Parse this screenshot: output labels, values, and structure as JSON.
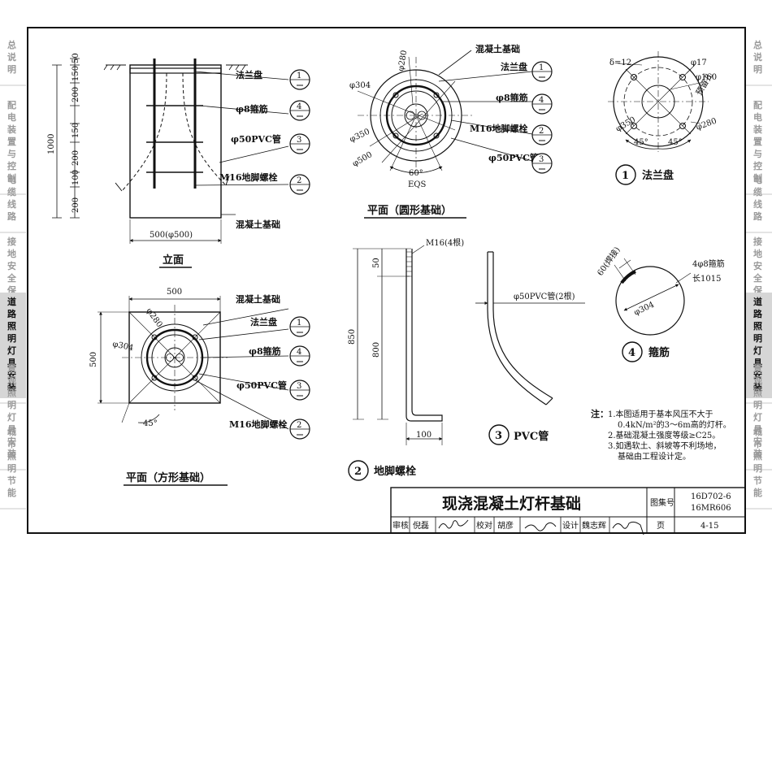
{
  "side_tabs_left": [
    {
      "text": "总说明",
      "active": false
    },
    {
      "text": "配电装置与控制",
      "active": false
    },
    {
      "text": "电缆线路",
      "active": false
    },
    {
      "text": "接地安全保护",
      "active": false
    },
    {
      "text": "道路照明灯具安装",
      "active": true
    },
    {
      "text": "景观照明灯具安装",
      "active": false
    },
    {
      "text": "城市照明节能",
      "active": false
    }
  ],
  "side_tabs_right": [
    {
      "text": "总说明",
      "active": false
    },
    {
      "text": "配电装置与控制",
      "active": false
    },
    {
      "text": "电缆线路",
      "active": false
    },
    {
      "text": "接地安全保护",
      "active": false
    },
    {
      "text": "道路照明灯具安装",
      "active": true
    },
    {
      "text": "景观照明灯具安装",
      "active": false
    },
    {
      "text": "城市照明节能",
      "active": false
    }
  ],
  "callouts": {
    "flange": "法兰盘",
    "stirrup": "φ8箍筋",
    "pvc": "φ50PVC管",
    "bolt": "M16地脚螺栓",
    "concrete": "混凝土基础",
    "n1": "1",
    "n2": "2",
    "n3": "3",
    "n4": "4"
  },
  "elevation": {
    "caption": "立面",
    "dims_v": [
      "50",
      "150",
      "200",
      "150",
      "200",
      "100",
      "200"
    ],
    "total": "1000",
    "width": "500(φ500)"
  },
  "plan_round": {
    "caption": "平面（圆形基础）",
    "d304": "φ304",
    "d280": "φ280",
    "d350": "φ350",
    "d500": "φ500",
    "angle": "60°",
    "eqs": "EQS"
  },
  "plan_square": {
    "caption": "平面（方形基础）",
    "w500": "500",
    "h500": "500",
    "d280": "φ280",
    "d304": "φ304",
    "angle": "45°"
  },
  "flange": {
    "caption": "法兰盘",
    "thickness": "δ=12",
    "d17": "φ17",
    "d160": "φ160",
    "hole": "预留孔",
    "d280": "φ280",
    "d350": "φ350",
    "a1": "45°",
    "a2": "45°"
  },
  "bolt": {
    "caption": "地脚螺栓",
    "spec": "M16(4根)",
    "d50": "50",
    "d850": "850",
    "d800": "800",
    "d100": "100"
  },
  "pvc": {
    "caption": "PVC管",
    "spec": "φ50PVC管(2根)"
  },
  "stirrup": {
    "caption": "箍筋",
    "weld": "60(焊接)",
    "d304": "φ304",
    "spec": "4φ8箍筋",
    "len": "长1015"
  },
  "notes": {
    "head": "注：",
    "lines": [
      "1.本图适用于基本风压不大于",
      "0.4kN/m²的3～6m高的灯杆。",
      "2.基础混凝土强度等级≥C25。",
      "3.如遇软土、斜坡等不利场地，",
      "基础由工程设计定。"
    ]
  },
  "title_block": {
    "title": "现浇混凝土灯杆基础",
    "atlas_label": "图集号",
    "atlas_no_1": "16D702-6",
    "atlas_no_2": "16MR606",
    "review_label": "审核",
    "reviewer": "倪磊",
    "check_label": "校对",
    "checker": "胡彦",
    "design_label": "设计",
    "designer": "魏志辉",
    "page_label": "页",
    "page_no": "4-15"
  }
}
